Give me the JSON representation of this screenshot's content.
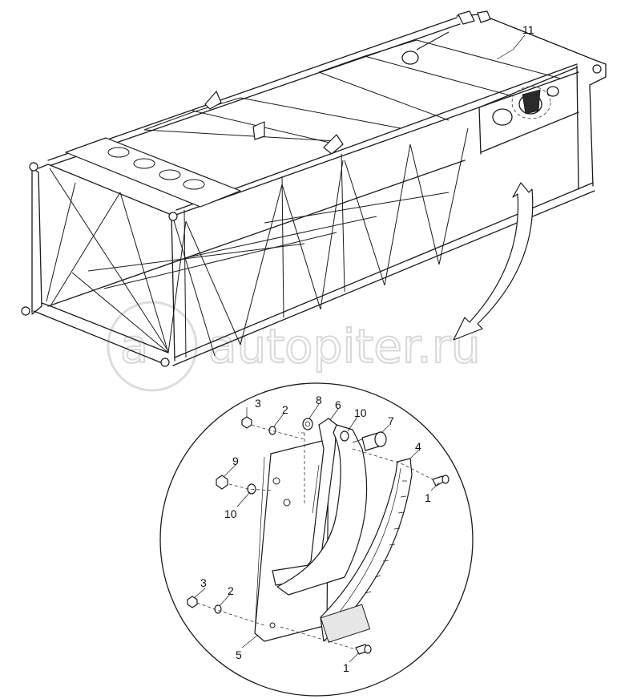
{
  "watermark": {
    "text": "autopiter.ru"
  },
  "callouts": [
    {
      "id": "c11",
      "label": "11"
    },
    {
      "id": "c3a",
      "label": "3"
    },
    {
      "id": "c2a",
      "label": "2"
    },
    {
      "id": "c8",
      "label": "8"
    },
    {
      "id": "c6",
      "label": "6"
    },
    {
      "id": "c10a",
      "label": "10"
    },
    {
      "id": "c7",
      "label": "7"
    },
    {
      "id": "c4",
      "label": "4"
    },
    {
      "id": "c9",
      "label": "9"
    },
    {
      "id": "c10b",
      "label": "10"
    },
    {
      "id": "c1a",
      "label": "1"
    },
    {
      "id": "c3b",
      "label": "3"
    },
    {
      "id": "c2b",
      "label": "2"
    },
    {
      "id": "c5",
      "label": "5"
    },
    {
      "id": "c1b",
      "label": "1"
    }
  ],
  "colors": {
    "line": "#1a1a1a",
    "watermark": "#d8d8d8",
    "background": "#ffffff"
  }
}
